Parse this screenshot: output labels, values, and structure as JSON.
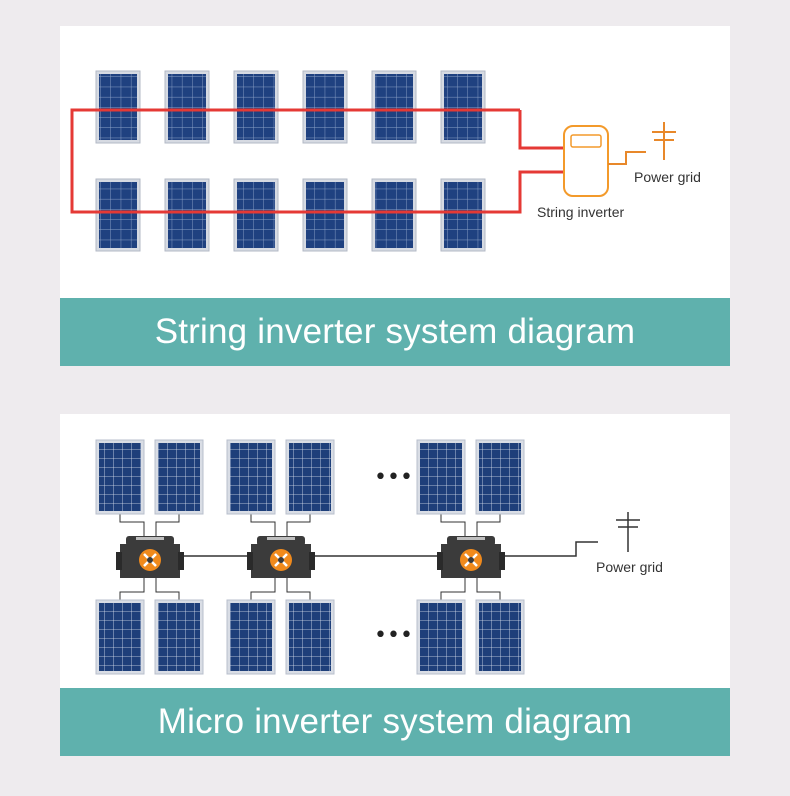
{
  "string_diagram": {
    "banner_title": "String inverter system diagram",
    "inverter_label": "String inverter",
    "grid_label": "Power grid",
    "panels_per_row": 6,
    "rows": 2
  },
  "micro_diagram": {
    "banner_title": "Micro inverter system diagram",
    "grid_label": "Power grid",
    "ellipsis_top": "•••",
    "ellipsis_bottom": "•••",
    "inverter_groups": 3
  },
  "colors": {
    "background": "#eeebee",
    "banner": "#5fb1ad",
    "panel_cell": "#1e3f7a",
    "panel_frame": "#c7ccd6",
    "string_wire": "#e53935",
    "inverter_outline": "#f39a2b",
    "grid_line": "#e8882a",
    "micro_inverter_body": "#3b3b3b",
    "micro_inverter_accent": "#f08a1c"
  },
  "icons": {
    "panel": "solar-panel-icon",
    "string_inverter": "string-inverter-icon",
    "micro_inverter": "micro-inverter-icon",
    "grid_pole": "power-pole-icon"
  }
}
